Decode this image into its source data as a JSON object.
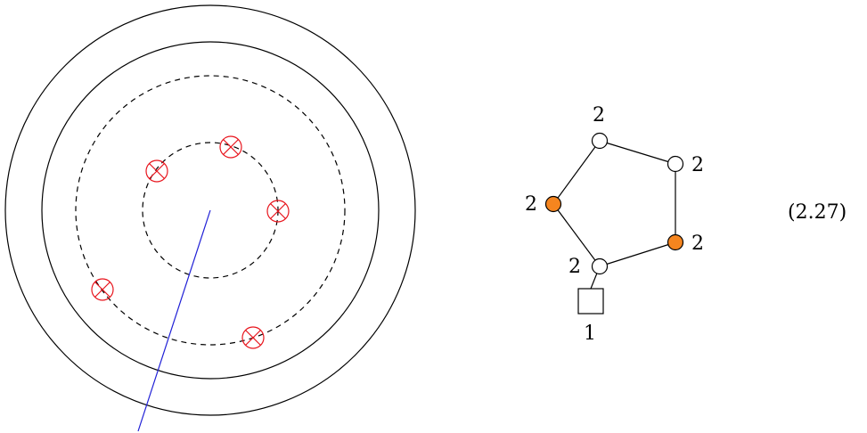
{
  "colors": {
    "stroke": "#000000",
    "brane": "#e8141c",
    "cut": "#1f1fd6",
    "flavor_fill": "#f5851f",
    "node_fill": "#ffffff"
  },
  "left_diagram": {
    "cut_line": "straight line segment from the center out past the outer circles",
    "inner_brane_count": 3,
    "outer_brane_count": 2
  },
  "quiver": {
    "nodes": [
      {
        "id": "top",
        "label": "2",
        "flavored": false
      },
      {
        "id": "upper-right",
        "label": "2",
        "flavored": false
      },
      {
        "id": "lower-right",
        "label": "2",
        "flavored": true
      },
      {
        "id": "bottom",
        "label": "2",
        "flavored": false
      },
      {
        "id": "left",
        "label": "2",
        "flavored": true
      }
    ],
    "flavor_node": {
      "label": "1"
    }
  },
  "equation_number": "(2.27)"
}
